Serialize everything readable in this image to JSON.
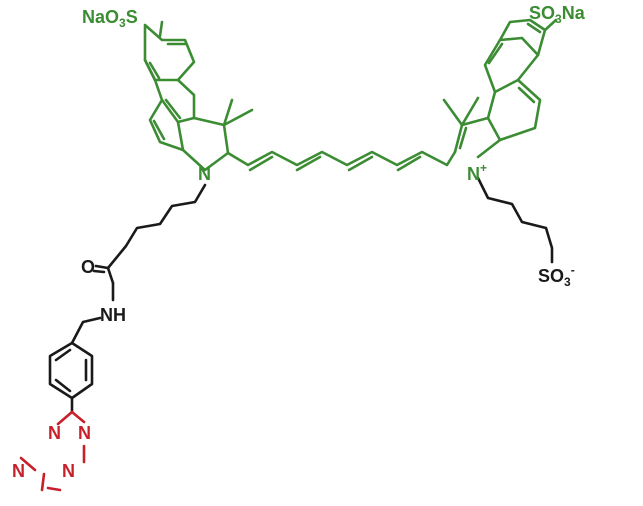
{
  "colors": {
    "cyanine": "#3c8c34",
    "linker": "#1a1a1a",
    "tetrazine": "#c8202a"
  },
  "labels": {
    "left_sulfonate": {
      "prefix": "NaO",
      "sub": "3",
      "suffix": "S"
    },
    "right_sulfonate": {
      "prefix": "SO",
      "sub": "3",
      "suffix": "Na"
    },
    "left_nitrogen": "N",
    "right_nitrogen": "N",
    "right_charge": "+",
    "carbonyl_oxygen": "O",
    "amide_nh": "NH",
    "terminal_sulfonate": {
      "prefix": "SO",
      "sub": "3",
      "charge": "-"
    },
    "tetrazine_n": [
      "N",
      "N",
      "N",
      "N"
    ]
  }
}
